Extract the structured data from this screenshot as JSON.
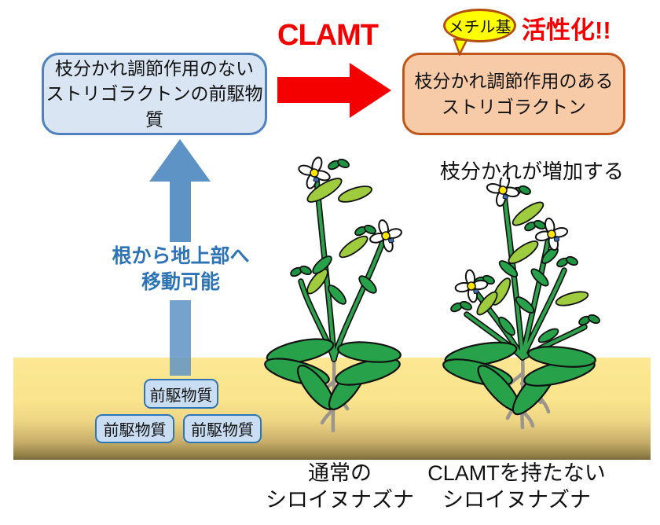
{
  "flow": {
    "enzyme_label": "CLAMT",
    "precursor_box": {
      "line1": "枝分かれ調節作用のない",
      "line2": "ストリゴラクトンの前駆物質"
    },
    "product_box": {
      "line1": "枝分かれ調節作用のある",
      "line2": "ストリゴラクトン"
    },
    "methyl_balloon": "メチル基",
    "activation": "活性化!!"
  },
  "transport": {
    "line1": "根から地上部へ",
    "line2": "移動可能"
  },
  "soil": {
    "precursor_tags": [
      "前駆物質",
      "前駆物質",
      "前駆物質"
    ]
  },
  "plants": {
    "branch_increase_note": "枝分かれが増加する",
    "left_caption": {
      "line1": "通常の",
      "line2": "シロイヌナズナ"
    },
    "right_caption": {
      "line1": "CLAMTを持たない",
      "line2": "シロイヌナズナ"
    }
  },
  "colors": {
    "accent_red": "#F40000",
    "precursor_box_fill": "#D9E5F2",
    "precursor_box_border": "#4F81BD",
    "product_box_fill": "#F7CBA8",
    "product_box_border": "#C0561A",
    "balloon_yellow": "#FFFF00",
    "balloon_border": "#B4500F",
    "arrow_blue": "#5E93C5",
    "transport_text_blue": "#2E74B5",
    "tag_fill": "#C9DEF2",
    "tag_border": "#2E75B6",
    "soil_top": "#FCE793",
    "soil_bottom": "#7A693C",
    "stem_green": "#2EA14C",
    "leaf_light_green": "#9FCC3E"
  }
}
